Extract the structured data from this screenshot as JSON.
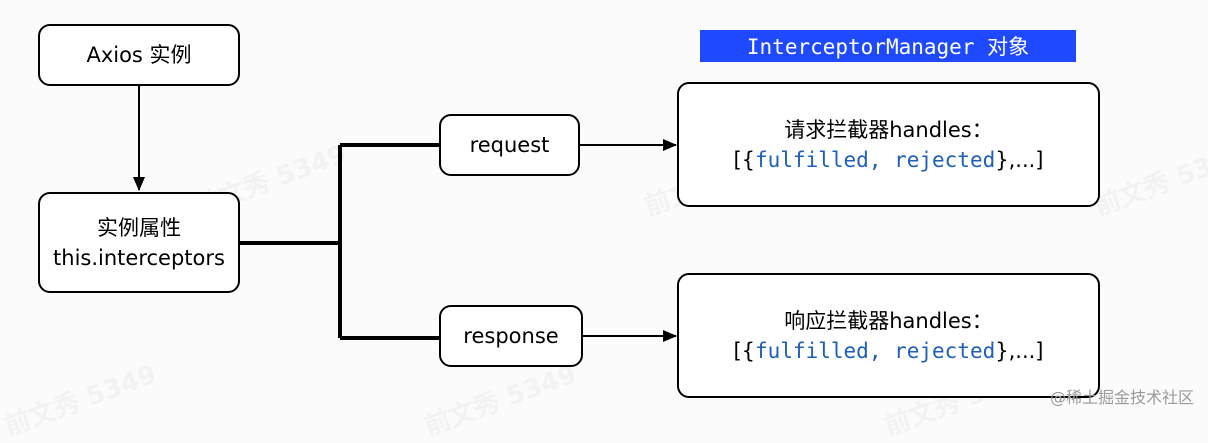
{
  "header_tag": "InterceptorManager 对象",
  "nodes": {
    "axios_instance": "Axios 实例",
    "instance_property_line1": "实例属性",
    "instance_property_line2": "this.interceptors",
    "request": "request",
    "response": "response",
    "request_handlers": {
      "title": "请求拦截器handles：",
      "open": "[{",
      "code": "fulfilled, rejected",
      "close": "},...]"
    },
    "response_handlers": {
      "title": "响应拦截器handles：",
      "open": "[{",
      "code": "fulfilled, rejected",
      "close": "},...]"
    }
  },
  "footer": "@稀土掘金技术社区"
}
